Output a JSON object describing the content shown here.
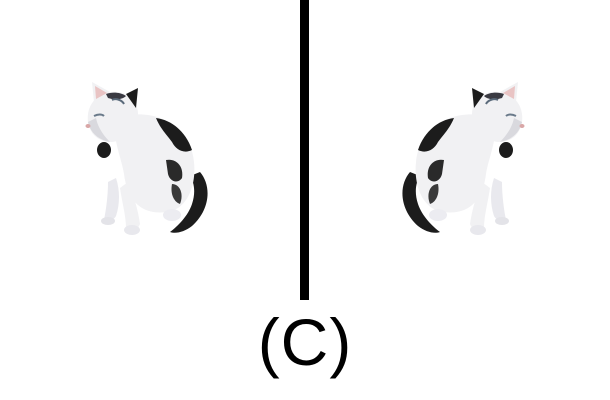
{
  "figure": {
    "caption": "(C)"
  },
  "colors": {
    "background": "#ffffff",
    "divider": "#000000",
    "caption_text": "#000000",
    "cat_fur": "#f1f1f3",
    "cat_fur_shade": "#d9d9de",
    "cat_patch": "#1c1c1c",
    "cat_ear_inner": "#e9c4c4",
    "cat_nose": "#d9a7a7"
  },
  "panels": [
    {
      "subject": "cat-icon",
      "orientation": "facing-left"
    },
    {
      "subject": "cat-icon",
      "orientation": "facing-right"
    }
  ]
}
